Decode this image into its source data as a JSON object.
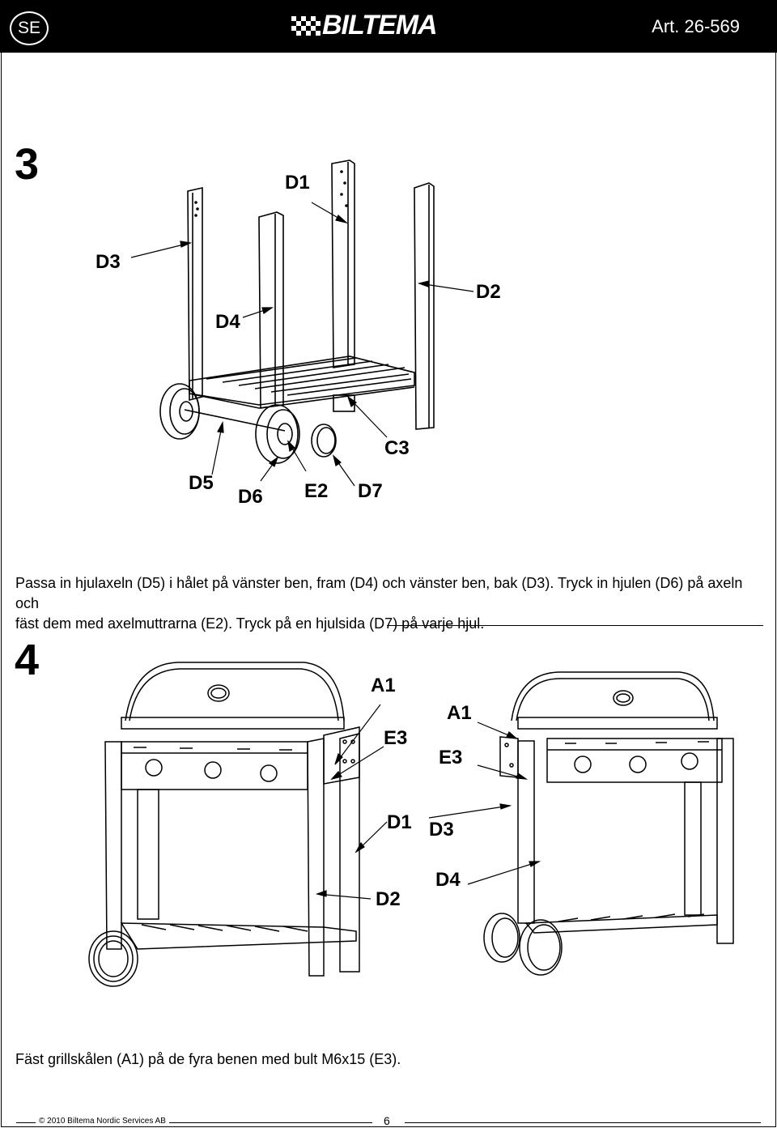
{
  "header": {
    "language": "SE",
    "brand": "BILTEMA",
    "article": "Art. 26-569"
  },
  "step3": {
    "number": "3",
    "callouts": {
      "d1": "D1",
      "d3": "D3",
      "d2": "D2",
      "d4": "D4",
      "c3": "C3",
      "d5": "D5",
      "d6": "D6",
      "e2": "E2",
      "d7": "D7"
    },
    "caption_line1": "Passa in hjulaxeln (D5) i hålet på vänster ben, fram (D4) och vänster ben, bak (D3). Tryck in hjulen (D6) på axeln och",
    "caption_line2": "fäst dem med axelmuttrarna (E2). Tryck på en hjulsida (D7) på varje hjul."
  },
  "step4": {
    "number": "4",
    "callouts": {
      "a1_left": "A1",
      "e3_left": "E3",
      "a1_right": "A1",
      "e3_right": "E3",
      "d1": "D1",
      "d3": "D3",
      "d2": "D2",
      "d4": "D4"
    },
    "caption": "Fäst grillskålen (A1) på de fyra benen med bult M6x15 (E3)."
  },
  "footer": {
    "copyright": "© 2010 Biltema Nordic Services AB",
    "page": "6"
  }
}
